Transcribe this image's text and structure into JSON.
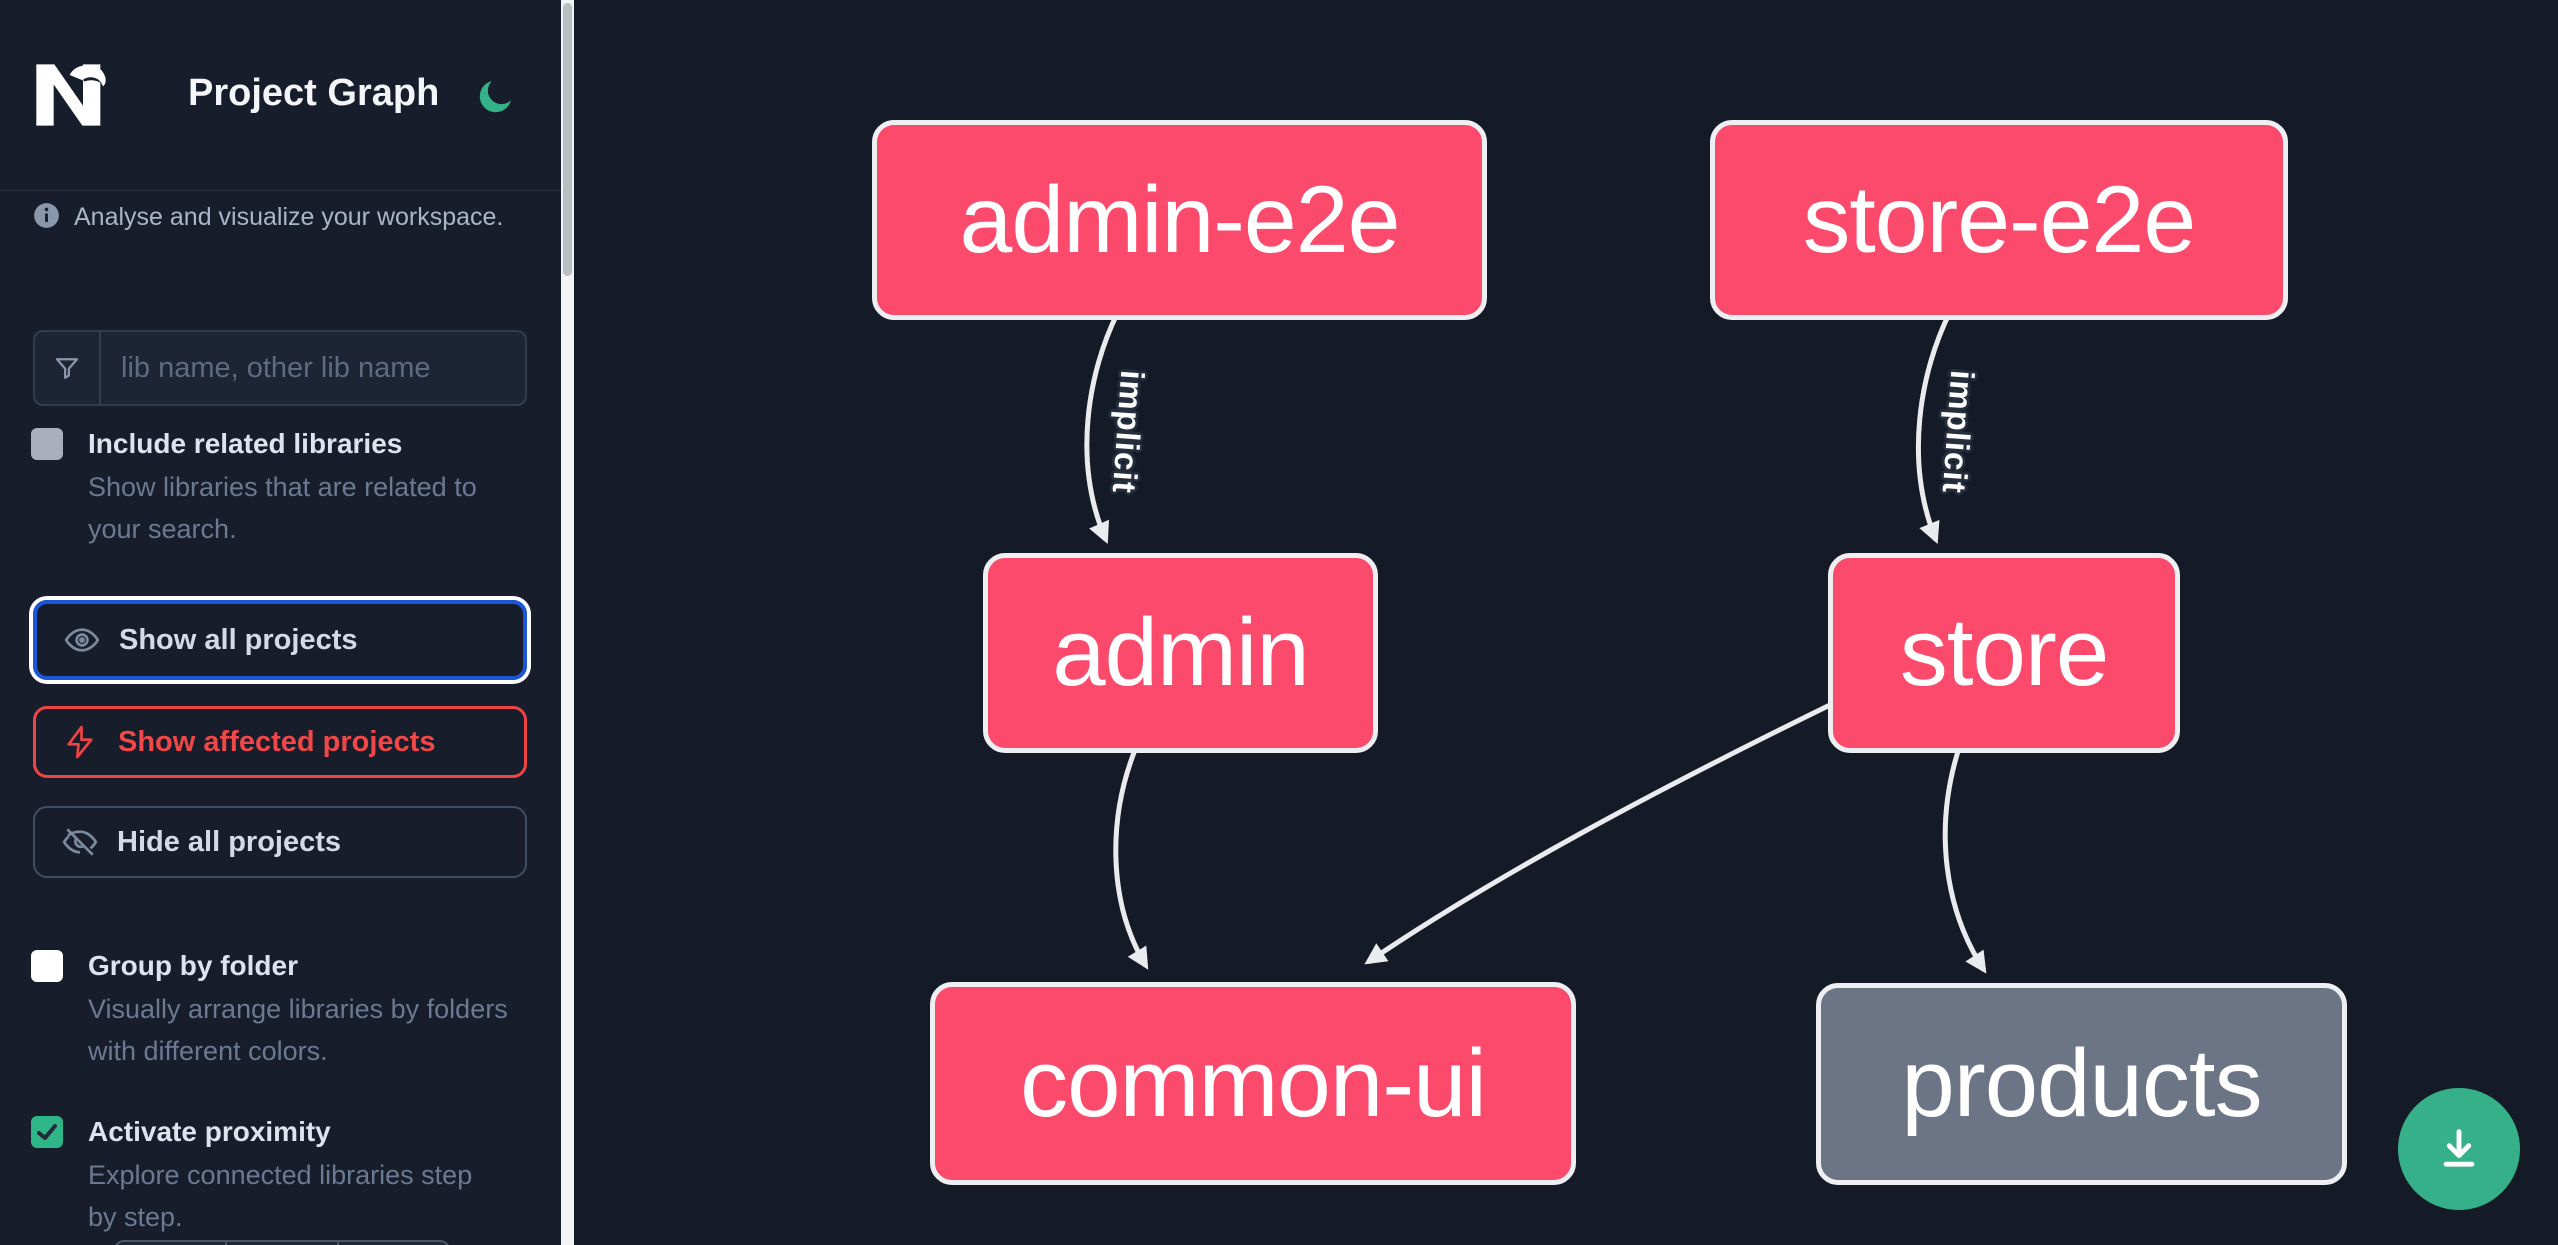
{
  "app": {
    "logo": "Nx",
    "title": "Project Graph",
    "theme_icon": "moon"
  },
  "sidebar": {
    "tagline": "Analyse and visualize your workspace.",
    "filter": {
      "placeholder": "lib name, other lib name",
      "value": ""
    },
    "options": [
      {
        "label": "Include related libraries",
        "description": "Show libraries that are related to your search.",
        "checked": false
      },
      {
        "label": "Group by folder",
        "description": "Visually arrange libraries by folders with different colors.",
        "checked": false
      },
      {
        "label": "Activate proximity",
        "description": "Explore connected libraries step by step.",
        "checked": true
      }
    ],
    "actions": [
      {
        "label": "Show all projects",
        "state": "focused"
      },
      {
        "label": "Show affected projects",
        "state": "affected"
      },
      {
        "label": "Hide all projects",
        "state": "default"
      }
    ]
  },
  "graph": {
    "nodes": [
      {
        "id": "admin-e2e",
        "label": "admin-e2e",
        "kind": "app"
      },
      {
        "id": "store-e2e",
        "label": "store-e2e",
        "kind": "app"
      },
      {
        "id": "admin",
        "label": "admin",
        "kind": "app"
      },
      {
        "id": "store",
        "label": "store",
        "kind": "app"
      },
      {
        "id": "common-ui",
        "label": "common-ui",
        "kind": "app"
      },
      {
        "id": "products",
        "label": "products",
        "kind": "unfocused"
      }
    ],
    "edges": [
      {
        "source": "admin-e2e",
        "target": "admin",
        "label": "implicit"
      },
      {
        "source": "store-e2e",
        "target": "store",
        "label": "implicit"
      },
      {
        "source": "admin",
        "target": "common-ui",
        "label": ""
      },
      {
        "source": "store",
        "target": "common-ui",
        "label": ""
      },
      {
        "source": "store",
        "target": "products",
        "label": ""
      }
    ]
  },
  "colors": {
    "node_pink": "#fb4a6c",
    "node_gray": "#6b7585",
    "node_border": "#edeff2",
    "edge": "#e9ebee",
    "focus_blue": "#1c56d8",
    "affected_red": "#ef4444",
    "accent_green": "#35b088",
    "background": "#141b27",
    "sidebar_background": "#171d2b"
  }
}
